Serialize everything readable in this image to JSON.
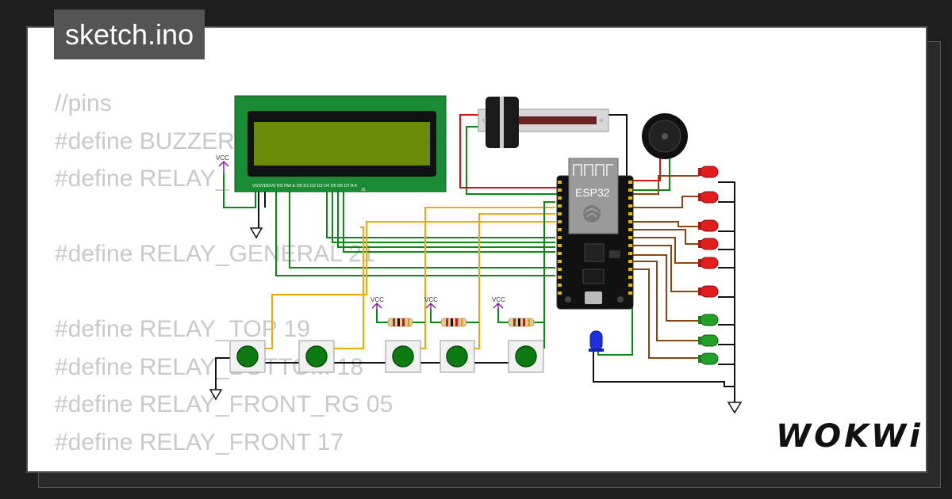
{
  "app": {
    "title": "sketch.ino",
    "logo_text": "WOKWi"
  },
  "code_lines": [
    "//pins",
    "#define BUZZER",
    "#define RELAY_",
    "",
    "#define RELAY_GENERAL 21",
    "",
    "#define RELAY_TOP 19",
    "#define RELAY_BOTTOM 18",
    "#define RELAY_FRONT_RG 05",
    "#define RELAY_FRONT 17"
  ],
  "circuit": {
    "esp_label": "ESP32",
    "vcc_label": "VCC",
    "lcd_pin_labels": "VSSVDDV0 RS RW E  D0 D1 D2 D3 D4 D5 D6 D7  A  K",
    "lcd_pin_index": "16"
  },
  "colors": {
    "lcd_green": "#1b8a35",
    "lcd_screen": "#6a8a08",
    "wire_green": "#0a8a12",
    "wire_orange": "#f3a900",
    "wire_brown": "#8b4513",
    "wire_red": "#d41414",
    "led_red": "#e11d1d",
    "led_green": "#22a02a",
    "led_blue": "#1d2fe0",
    "button_green": "#0d7a12",
    "vcc_purple": "#8b1fa8"
  }
}
